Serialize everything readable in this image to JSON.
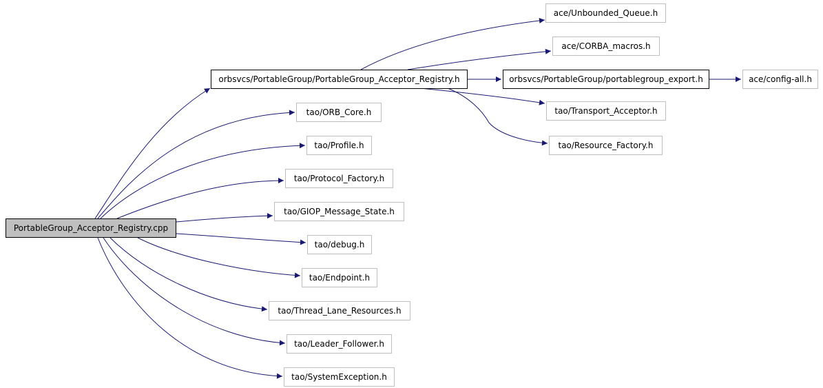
{
  "colors": {
    "edge": "#191970",
    "root_fill": "#bfbfbf",
    "node_border": "#bfbfbf",
    "linked_border": "#000000"
  },
  "nodes": {
    "root": "PortableGroup_Acceptor_Registry.cpp",
    "registry_h": "orbsvcs/PortableGroup/PortableGroup_Acceptor_Registry.h",
    "unbounded_queue": "ace/Unbounded_Queue.h",
    "corba_macros": "ace/CORBA_macros.h",
    "portablegroup_export": "orbsvcs/PortableGroup/portablegroup_export.h",
    "config_all": "ace/config-all.h",
    "transport_acceptor": "tao/Transport_Acceptor.h",
    "resource_factory": "tao/Resource_Factory.h",
    "orb_core": "tao/ORB_Core.h",
    "profile": "tao/Profile.h",
    "protocol_factory": "tao/Protocol_Factory.h",
    "giop_message_state": "tao/GIOP_Message_State.h",
    "debug": "tao/debug.h",
    "endpoint": "tao/Endpoint.h",
    "thread_lane_resources": "tao/Thread_Lane_Resources.h",
    "leader_follower": "tao/Leader_Follower.h",
    "system_exception": "tao/SystemException.h"
  }
}
